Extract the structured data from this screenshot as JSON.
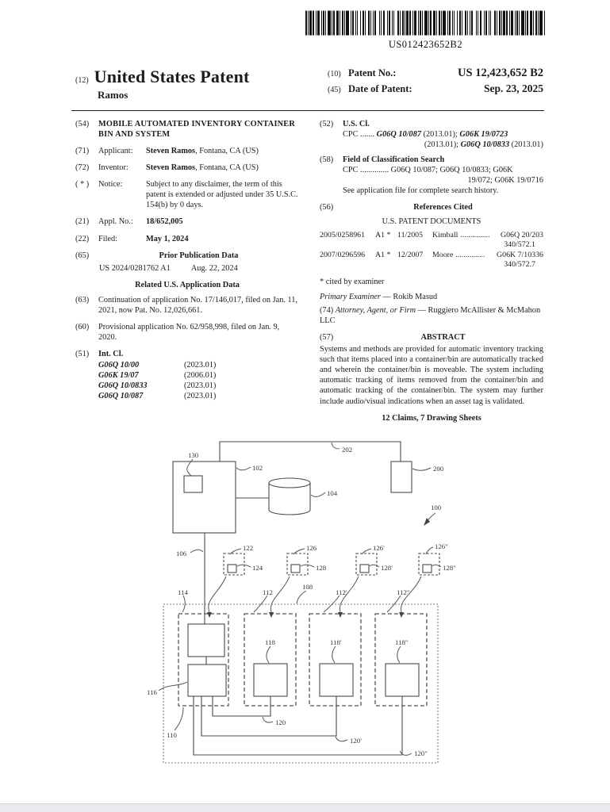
{
  "barcode": {
    "text": "US012423652B2"
  },
  "header": {
    "n12": "(12)",
    "title": "United States Patent",
    "surname": "Ramos",
    "n10": "(10)",
    "patent_no_label": "Patent No.:",
    "patent_no": "US 12,423,652 B2",
    "n45": "(45)",
    "date_label": "Date of Patent:",
    "date_value": "Sep. 23, 2025"
  },
  "left": {
    "f54": {
      "n": "(54)",
      "title": "MOBILE AUTOMATED INVENTORY CONTAINER BIN AND SYSTEM"
    },
    "f71": {
      "n": "(71)",
      "label": "Applicant:",
      "name": "Steven Ramos",
      "rest": ", Fontana, CA (US)"
    },
    "f72": {
      "n": "(72)",
      "label": "Inventor:",
      "name": "Steven Ramos",
      "rest": ", Fontana, CA (US)"
    },
    "notice": {
      "n": "( * )",
      "label": "Notice:",
      "text": "Subject to any disclaimer, the term of this patent is extended or adjusted under 35 U.S.C. 154(b) by 0 days."
    },
    "f21": {
      "n": "(21)",
      "label": "Appl. No.:",
      "value": "18/652,005"
    },
    "f22": {
      "n": "(22)",
      "label": "Filed:",
      "value": "May 1, 2024"
    },
    "f65": {
      "n": "(65)",
      "heading": "Prior Publication Data",
      "pub_no": "US 2024/0281762 A1",
      "pub_date": "Aug. 22, 2024"
    },
    "related_heading": "Related U.S. Application Data",
    "f63": {
      "n": "(63)",
      "text": "Continuation of application No. 17/146,017, filed on Jan. 11, 2021, now Pat. No. 12,026,661."
    },
    "f60": {
      "n": "(60)",
      "text": "Provisional application No. 62/958,998, filed on Jan. 9, 2020."
    },
    "f51": {
      "n": "(51)",
      "heading": "Int. Cl.",
      "entries": [
        {
          "code": "G06Q 10/00",
          "year": "(2023.01)"
        },
        {
          "code": "G06K 19/07",
          "year": "(2006.01)"
        },
        {
          "code": "G06Q 10/0833",
          "year": "(2023.01)"
        },
        {
          "code": "G06Q 10/087",
          "year": "(2023.01)"
        }
      ]
    }
  },
  "right": {
    "f52": {
      "n": "(52)",
      "heading": "U.S. Cl.",
      "cpc": "CPC",
      "dots": ".......",
      "c1": "G06Q 10/087",
      "y1": " (2013.01); ",
      "c2": "G06K 19/0723",
      "l2pre": "(2013.01); ",
      "c3": "G06Q 10/0833",
      "y3": " (2013.01)"
    },
    "f58": {
      "n": "(58)",
      "heading": "Field of Classification Search",
      "cpc": "CPC",
      "dots": "..............",
      "line1": "G06Q 10/087; G06Q 10/0833; G06K",
      "line2": "19/072; G06K 19/0716",
      "note": "See application file for complete search history."
    },
    "f56": {
      "n": "(56)",
      "heading": "References Cited",
      "subheading": "U.S. PATENT DOCUMENTS",
      "refs": [
        {
          "no": "2005/0258961",
          "kind": "A1 *",
          "date": "11/2005",
          "name": "Kimball",
          "dots": "...............",
          "cls": "G06Q 20/203",
          "cls2": "340/572.1"
        },
        {
          "no": "2007/0296596",
          "kind": "A1 *",
          "date": "12/2007",
          "name": "Moore",
          "dots": "...............",
          "cls": "G06K 7/10336",
          "cls2": "340/572.7"
        }
      ],
      "cited_note": "* cited by examiner"
    },
    "examiner": {
      "label": "Primary Examiner",
      "sep": " — ",
      "name": "Rokib Masud"
    },
    "f74": {
      "n": "(74) ",
      "label": "Attorney, Agent, or Firm",
      "sep": " — ",
      "name": "Ruggiero McAllister & McMahon LLC"
    },
    "f57": {
      "n": "(57)",
      "heading": "ABSTRACT",
      "text": "Systems and methods are provided for automatic inventory tracking such that items placed into a container/bin are automatically tracked and wherein the container/bin is moveable. The system including automatic tracking of items removed from the container/bin and automatic tracking of the container/bin. The system may further include audio/visual indications when an asset tag is validated."
    },
    "claims": "12 Claims, 7 Drawing Sheets"
  },
  "figure": {
    "labels": {
      "l100": "100",
      "l102": "102",
      "l104": "104",
      "l106": "106",
      "l108": "108",
      "l110": "110",
      "l112": "112",
      "l112p": "112'",
      "l112pp": "112\"",
      "l114": "114",
      "l116": "116",
      "l118": "118",
      "l118p": "118'",
      "l118pp": "118\"",
      "l120": "120",
      "l120p": "120'",
      "l120pp": "120\"",
      "l122": "122",
      "l124": "124",
      "l126": "126",
      "l126p": "126'",
      "l126pp": "126\"",
      "l128": "128",
      "l128p": "128'",
      "l128pp": "128\"",
      "l130": "130",
      "l200": "200",
      "l202": "202"
    }
  }
}
